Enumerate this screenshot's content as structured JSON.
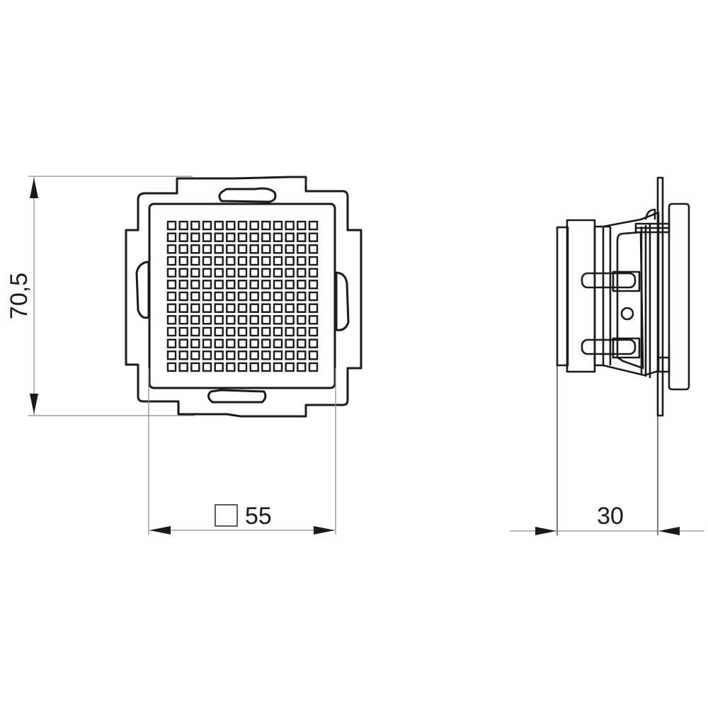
{
  "drawing": {
    "front_view": {
      "grille_rows": 13,
      "grille_cols": 13,
      "height_dimension": "70,5",
      "width_dimension": "55",
      "width_dimension_symbol": "square"
    },
    "side_view": {
      "depth_dimension": "30"
    },
    "colors": {
      "line": "#1a1a1a",
      "thin_line": "#8a8a8a",
      "background": "#ffffff"
    }
  }
}
